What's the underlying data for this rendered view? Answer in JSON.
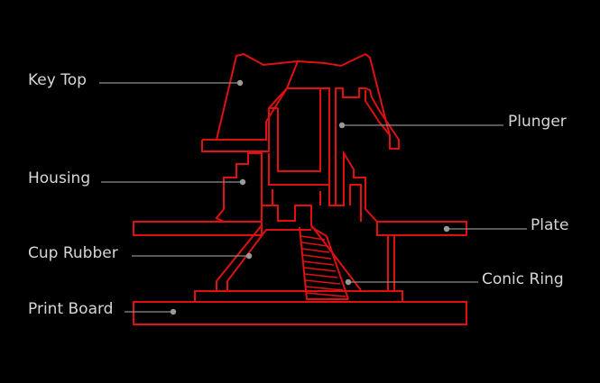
{
  "colors": {
    "background": "#000000",
    "outline": "#e01010",
    "leader": "#8c8c8c",
    "label": "#d6d6d6"
  },
  "labels": {
    "key_top": "Key Top",
    "housing": "Housing",
    "cup_rubber": "Cup Rubber",
    "print_board": "Print Board",
    "plunger": "Plunger",
    "plate": "Plate",
    "conic_ring": "Conic Ring"
  }
}
